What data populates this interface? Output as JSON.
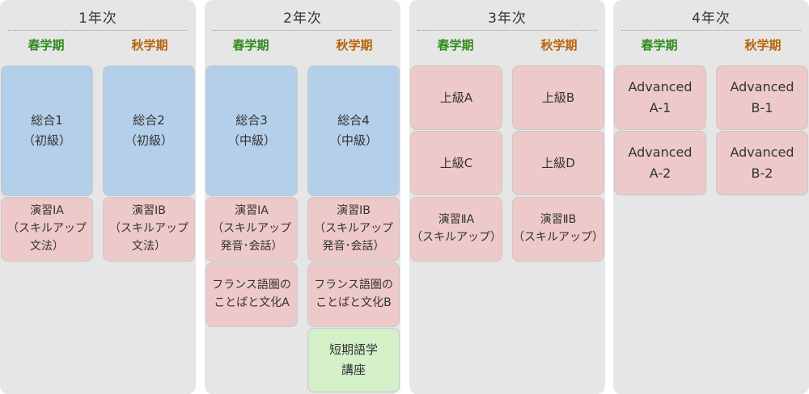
{
  "colors": {
    "spring": "#2e8b1a",
    "autumn": "#b8640a",
    "core": "#b4cfe9",
    "elective": "#eec9c9",
    "short_course": "#d3f0c9"
  },
  "years": [
    {
      "title": "1年次",
      "spring": "春学期",
      "autumn": "秋学期",
      "courses": [
        [
          "総合1",
          "（初級）"
        ],
        [
          "総合2",
          "（初級）"
        ],
        [
          "演習IA",
          "（スキルアップ",
          "文法）"
        ],
        [
          "演習IB",
          "（スキルアップ",
          "文法）"
        ]
      ]
    },
    {
      "title": "2年次",
      "spring": "春学期",
      "autumn": "秋学期",
      "courses": [
        [
          "総合3",
          "（中級）"
        ],
        [
          "総合4",
          "（中級）"
        ],
        [
          "演習IA",
          "（スキルアップ",
          "発音･会話）"
        ],
        [
          "演習IB",
          "（スキルアップ",
          "発音･会話）"
        ],
        [
          "フランス語圏の",
          "ことばと文化A"
        ],
        [
          "フランス語圏の",
          "ことばと文化B"
        ],
        [
          "短期語学",
          "講座"
        ]
      ]
    },
    {
      "title": "3年次",
      "spring": "春学期",
      "autumn": "秋学期",
      "courses": [
        [
          "上級A"
        ],
        [
          "上級B"
        ],
        [
          "上級C"
        ],
        [
          "上級D"
        ],
        [
          "演習ⅡA",
          "（スキルアップ）"
        ],
        [
          "演習ⅡB",
          "（スキルアップ）"
        ]
      ]
    },
    {
      "title": "4年次",
      "spring": "春学期",
      "autumn": "秋学期",
      "courses": [
        [
          "Advanced",
          "A-1"
        ],
        [
          "Advanced",
          "B-1"
        ],
        [
          "Advanced",
          "A-2"
        ],
        [
          "Advanced",
          "B-2"
        ]
      ]
    }
  ]
}
